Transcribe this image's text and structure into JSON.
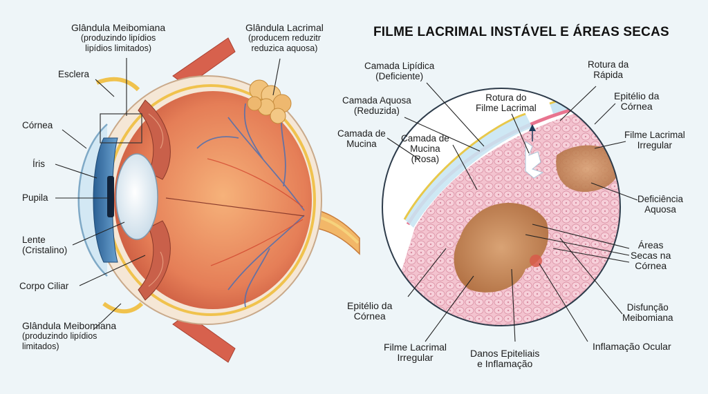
{
  "left": {
    "meibomian_top": {
      "title": "Glândula Meibomiana",
      "line1": "(produzindo lipídios",
      "line2": "lipídios limitados)"
    },
    "lacrimal": {
      "title": "Glândula Lacrimal",
      "line1": "(producem reduzitr",
      "line2": "reduzica aquosa)"
    },
    "esclera": "Esclera",
    "cornea": "Córnea",
    "iris": "Íris",
    "pupila": "Pupila",
    "lente": {
      "line1": "Lente",
      "line2": "(Cristalino)"
    },
    "corpo_ciliar": "Corpo Ciliar",
    "meibomian_bottom": {
      "title": "Glândula Meibomiana",
      "line1": "(produzindo lipídios",
      "line2": "limitados)"
    }
  },
  "right": {
    "title": "FILME LACRIMAL INSTÁVEL E ÁREAS SECAS",
    "camada_lipidica": {
      "line1": "Camada Lipídica",
      "line2": "(Deficiente)"
    },
    "camada_aquosa": {
      "line1": "Camada Aquosa",
      "line2": "(Reduzida)"
    },
    "camada_mucina_a": {
      "line1": "Camada de",
      "line2": "Mucina"
    },
    "camada_mucina_b": {
      "line1": "Camada de",
      "line2": "Mucina",
      "line3": "(Rosa)"
    },
    "rotura_filme": {
      "line1": "Rotura do",
      "line2": "Filme Lacrimal"
    },
    "rotura_rapida": {
      "line1": "Rotura da",
      "line2": "Rápida"
    },
    "epitelio_top": {
      "line1": "Epitélio da",
      "line2": "Córnea"
    },
    "filme_irregular_top": {
      "line1": "Filme Lacrimal",
      "line2": "Irregular"
    },
    "deficiencia_aquosa": {
      "line1": "Deficiência",
      "line2": "Aquosa"
    },
    "areas_secas": {
      "line1": "Áreas",
      "line2": "Secas na",
      "line3": "Córnea"
    },
    "epitelio_bottom": {
      "line1": "Epitélio da",
      "line2": "Córnea"
    },
    "disfuncao": {
      "line1": "Disfunção",
      "line2": "Meibomiana"
    },
    "filme_irregular_bottom": {
      "line1": "Filme Lacrimal",
      "line2": "Irregular"
    },
    "danos": {
      "line1": "Danos Epiteliais",
      "line2": "e Inflamação"
    },
    "inflamacao": "Inflamação Ocular"
  },
  "colors": {
    "background": "#eef5f8",
    "retina": "#e7825a",
    "sclera": "#f3e6d8",
    "iris": "#3f7ab3",
    "cornea_fill": "#cfe6f3",
    "epithelium": "#f1b7c6",
    "dry_patch": "#c98a5c",
    "stroma": "#8fb0cc",
    "mucin": "#e8748f",
    "aqueous": "#bfe0f1",
    "lipid": "#e8c84a"
  }
}
